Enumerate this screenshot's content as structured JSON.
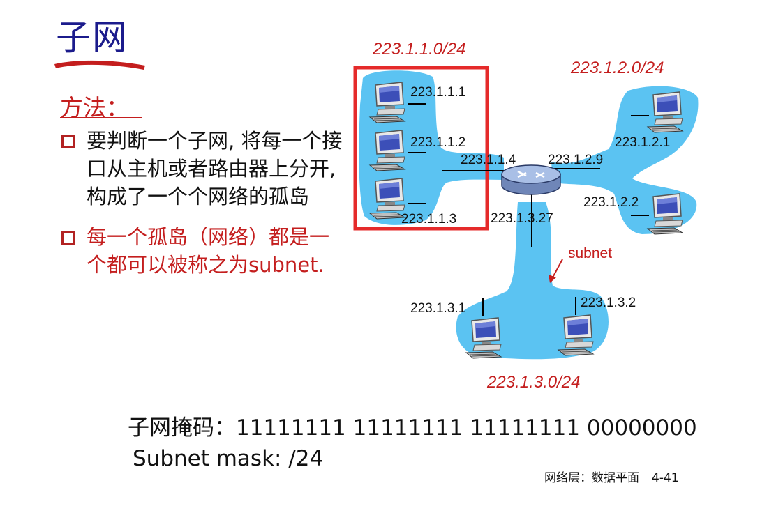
{
  "slide": {
    "title": "子网",
    "method_label": "方法：",
    "bullets": [
      "要判断一个子网, 将每一个接口从主机或者路由器上分开,构成了一个个网络的孤岛",
      "每一个孤岛（网络）都是一个都可以被称之为subnet."
    ],
    "mask_cn": "子网掩码：11111111 11111111 11111111 00000000",
    "mask_en": "Subnet mask: /24",
    "footer_text": "网络层：数据平面",
    "page_number": "4-41"
  },
  "colors": {
    "title": "#1b1b8c",
    "accent_red": "#c41e1e",
    "subnet_fill": "#5bc3f2",
    "highlight_box": "#e52a2a"
  },
  "diagram": {
    "networks": {
      "net1": "223.1.1.0/24",
      "net2": "223.1.2.0/24",
      "net3": "223.1.3.0/24"
    },
    "interfaces": {
      "h111": "223.1.1.1",
      "h112": "223.1.1.2",
      "h113": "223.1.1.3",
      "r114": "223.1.1.4",
      "r129": "223.1.2.9",
      "h121": "223.1.2.1",
      "h122": "223.1.2.2",
      "r1327": "223.1.3.27",
      "h131": "223.1.3.1",
      "h132": "223.1.3.2"
    },
    "subnet_callout": "subnet",
    "icons": [
      "host-computer-icon",
      "router-icon"
    ]
  }
}
